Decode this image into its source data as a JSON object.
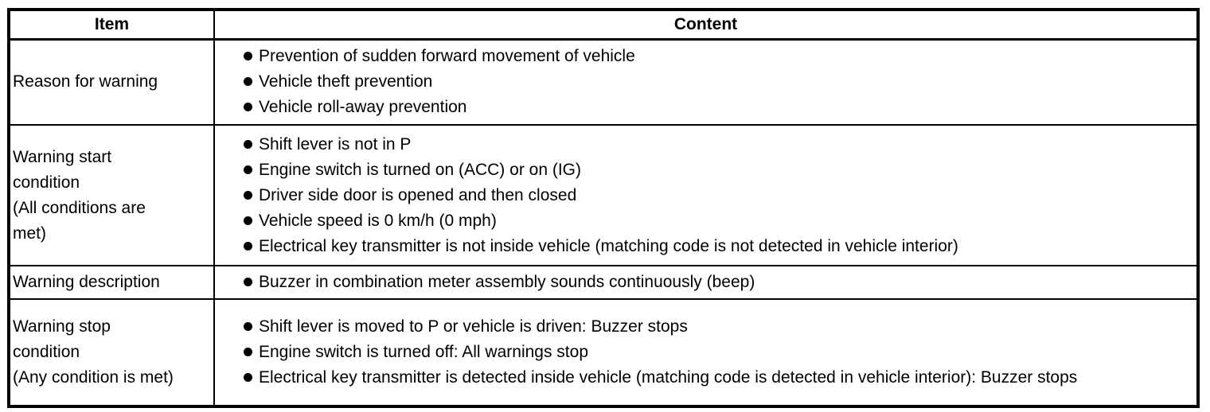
{
  "colors": {
    "text": "#000000",
    "border": "#000000",
    "background": "#ffffff"
  },
  "table": {
    "headers": {
      "item": "Item",
      "content": "Content"
    },
    "rows": [
      {
        "item": "Reason for warning",
        "bullets": [
          "Prevention of sudden forward movement of vehicle",
          "Vehicle theft prevention",
          "Vehicle roll-away prevention"
        ]
      },
      {
        "item": "Warning start\ncondition\n(All conditions are\nmet)",
        "bullets": [
          "Shift lever is not in P",
          "Engine switch is turned on (ACC) or on (IG)",
          "Driver side door is opened and then closed",
          "Vehicle speed is 0 km/h (0 mph)",
          "Electrical key transmitter is not inside vehicle (matching code is not detected in vehicle interior)"
        ]
      },
      {
        "item": "Warning description",
        "bullets": [
          "Buzzer in combination meter assembly sounds continuously (beep)"
        ]
      },
      {
        "item": "Warning stop\ncondition\n(Any condition is met)",
        "bullets": [
          "Shift lever is moved to P or vehicle is driven: Buzzer stops",
          "Engine switch is turned off: All warnings stop",
          "Electrical key transmitter is detected inside vehicle (matching code is detected in vehicle interior): Buzzer stops"
        ]
      }
    ]
  }
}
